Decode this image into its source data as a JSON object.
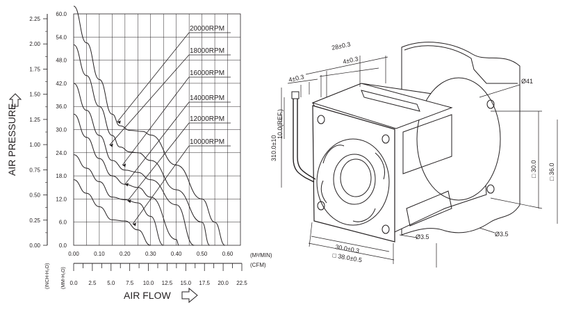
{
  "chart_data": {
    "type": "line",
    "y_inch_ticks": [
      "2.25",
      "2.00",
      "1.75",
      "1.50",
      "1.25",
      "1.00",
      "0.75",
      "0.50",
      "0.25",
      "0.00"
    ],
    "y_mm_ticks": [
      "60.0",
      "54.0",
      "48.0",
      "42.0",
      "36.0",
      "30.0",
      "24.0",
      "18.0",
      "12.0",
      "6.0",
      "0.0"
    ],
    "x_m3_ticks": [
      "0.00",
      "0.10",
      "0.20",
      "0.30",
      "0.40",
      "0.50",
      "0.60"
    ],
    "x_cfm_ticks": [
      "0.0",
      "2.5",
      "5.0",
      "7.5",
      "10.0",
      "12.5",
      "15.0",
      "17.5",
      "20.0",
      "22.5"
    ],
    "x_unit_top": "(M³/MIN)",
    "x_unit_bottom": "(CFM)",
    "y_unit_inch": "(INCH-H₂O)",
    "y_unit_mm": "(MM-H₂O)",
    "ylabel": "AIR PRESSURE",
    "xlabel": "AIR FLOW",
    "xlim": [
      0,
      0.65
    ],
    "ylim_mm": [
      0,
      60
    ],
    "grid": true,
    "series": [
      {
        "name": "20000RPM",
        "x": [
          0,
          0.05,
          0.1,
          0.15,
          0.18,
          0.22,
          0.27,
          0.3,
          0.4,
          0.5,
          0.55,
          0.59
        ],
        "y": [
          62,
          52.5,
          43,
          34,
          31,
          29.8,
          29.5,
          28.6,
          20.8,
          12,
          6,
          0
        ]
      },
      {
        "name": "18000RPM",
        "x": [
          0,
          0.05,
          0.1,
          0.15,
          0.18,
          0.22,
          0.25,
          0.3,
          0.4,
          0.5,
          0.53
        ],
        "y": [
          52,
          44,
          36,
          28.5,
          25.5,
          24.2,
          24,
          22,
          14.4,
          6,
          0
        ]
      },
      {
        "name": "16000RPM",
        "x": [
          0,
          0.05,
          0.1,
          0.15,
          0.2,
          0.25,
          0.3,
          0.4,
          0.47
        ],
        "y": [
          42,
          35,
          28.5,
          22,
          19.5,
          18.9,
          17,
          10.5,
          0
        ]
      },
      {
        "name": "14000RPM",
        "x": [
          0,
          0.05,
          0.1,
          0.15,
          0.2,
          0.25,
          0.3,
          0.4,
          0.41
        ],
        "y": [
          34,
          28,
          22.5,
          18,
          15.8,
          15,
          12.5,
          1.5,
          0
        ]
      },
      {
        "name": "12000RPM",
        "x": [
          0,
          0.05,
          0.1,
          0.15,
          0.2,
          0.25,
          0.3,
          0.35
        ],
        "y": [
          23.5,
          20,
          16.5,
          12.5,
          11.8,
          11,
          7.5,
          0
        ]
      },
      {
        "name": "10000RPM",
        "x": [
          0,
          0.05,
          0.1,
          0.15,
          0.2,
          0.25,
          0.3
        ],
        "y": [
          17,
          13.5,
          10,
          6.6,
          6.3,
          4,
          0
        ]
      }
    ]
  },
  "dimensions": {
    "d1": "28±0.3",
    "d2": "4±0.3",
    "d3": "4±0.3",
    "d4": "310.0±10",
    "d5": "10.0(REF.)",
    "d6": "Ø41",
    "d7": "□ 30.0",
    "d8": "□ 36.0",
    "d9": "Ø3.5",
    "d10": "Ø3.5",
    "d11": "30.0±0.3",
    "d12": "□ 38.0±0.5"
  }
}
